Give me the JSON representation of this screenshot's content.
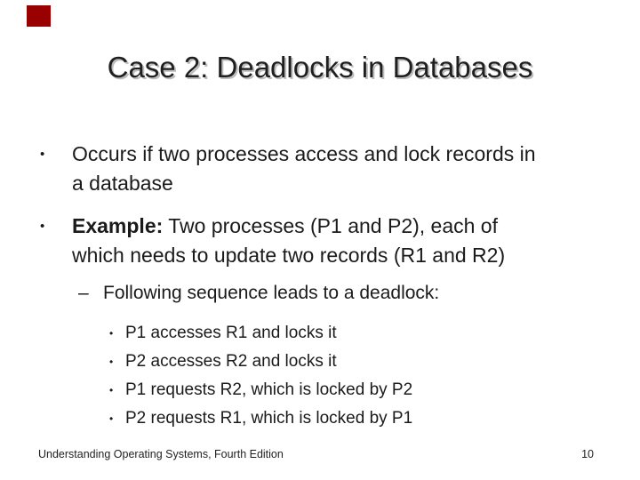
{
  "accent_color": "#990000",
  "title": {
    "text": "Case 2: Deadlocks in Databases"
  },
  "content": {
    "bullet1": {
      "marker": "•",
      "line1": "Occurs if two processes access and lock records in",
      "line2": "a database"
    },
    "bullet2": {
      "marker": "•",
      "bold_lead": "Example:",
      "line1_rest": " Two processes (P1 and P2), each of",
      "line2": "which needs to update two records (R1 and R2)"
    },
    "sub_bullet": {
      "marker": "–",
      "text": "Following sequence leads to a deadlock:"
    },
    "steps": [
      {
        "marker": "•",
        "text": "P1 accesses R1 and locks it"
      },
      {
        "marker": "•",
        "text": "P2 accesses R2 and locks it"
      },
      {
        "marker": "•",
        "text": "P1 requests R2, which is locked by P2"
      },
      {
        "marker": "•",
        "text": "P2 requests R1, which is locked by P1"
      }
    ]
  },
  "footer": {
    "left": "Understanding Operating Systems, Fourth Edition",
    "page_number": "10"
  }
}
